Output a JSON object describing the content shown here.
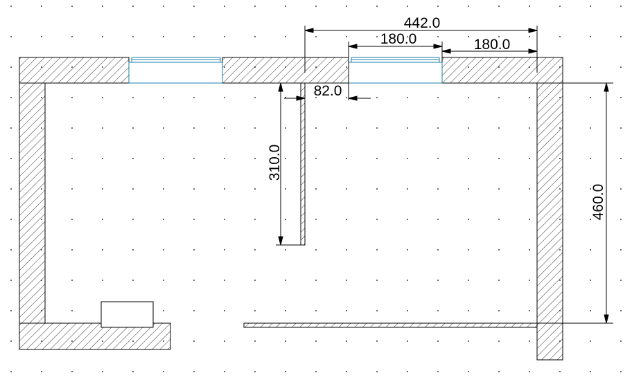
{
  "colors": {
    "background": "#ffffff",
    "line": "#000000",
    "grid_dot": "#000000",
    "window": "#1a7fa8"
  },
  "dimensions": {
    "top_total": "442.0",
    "window_width": "180.0",
    "right_segment": "180.0",
    "door_offset": "82.0",
    "partition_height": "310.0",
    "room_height": "460.0"
  }
}
